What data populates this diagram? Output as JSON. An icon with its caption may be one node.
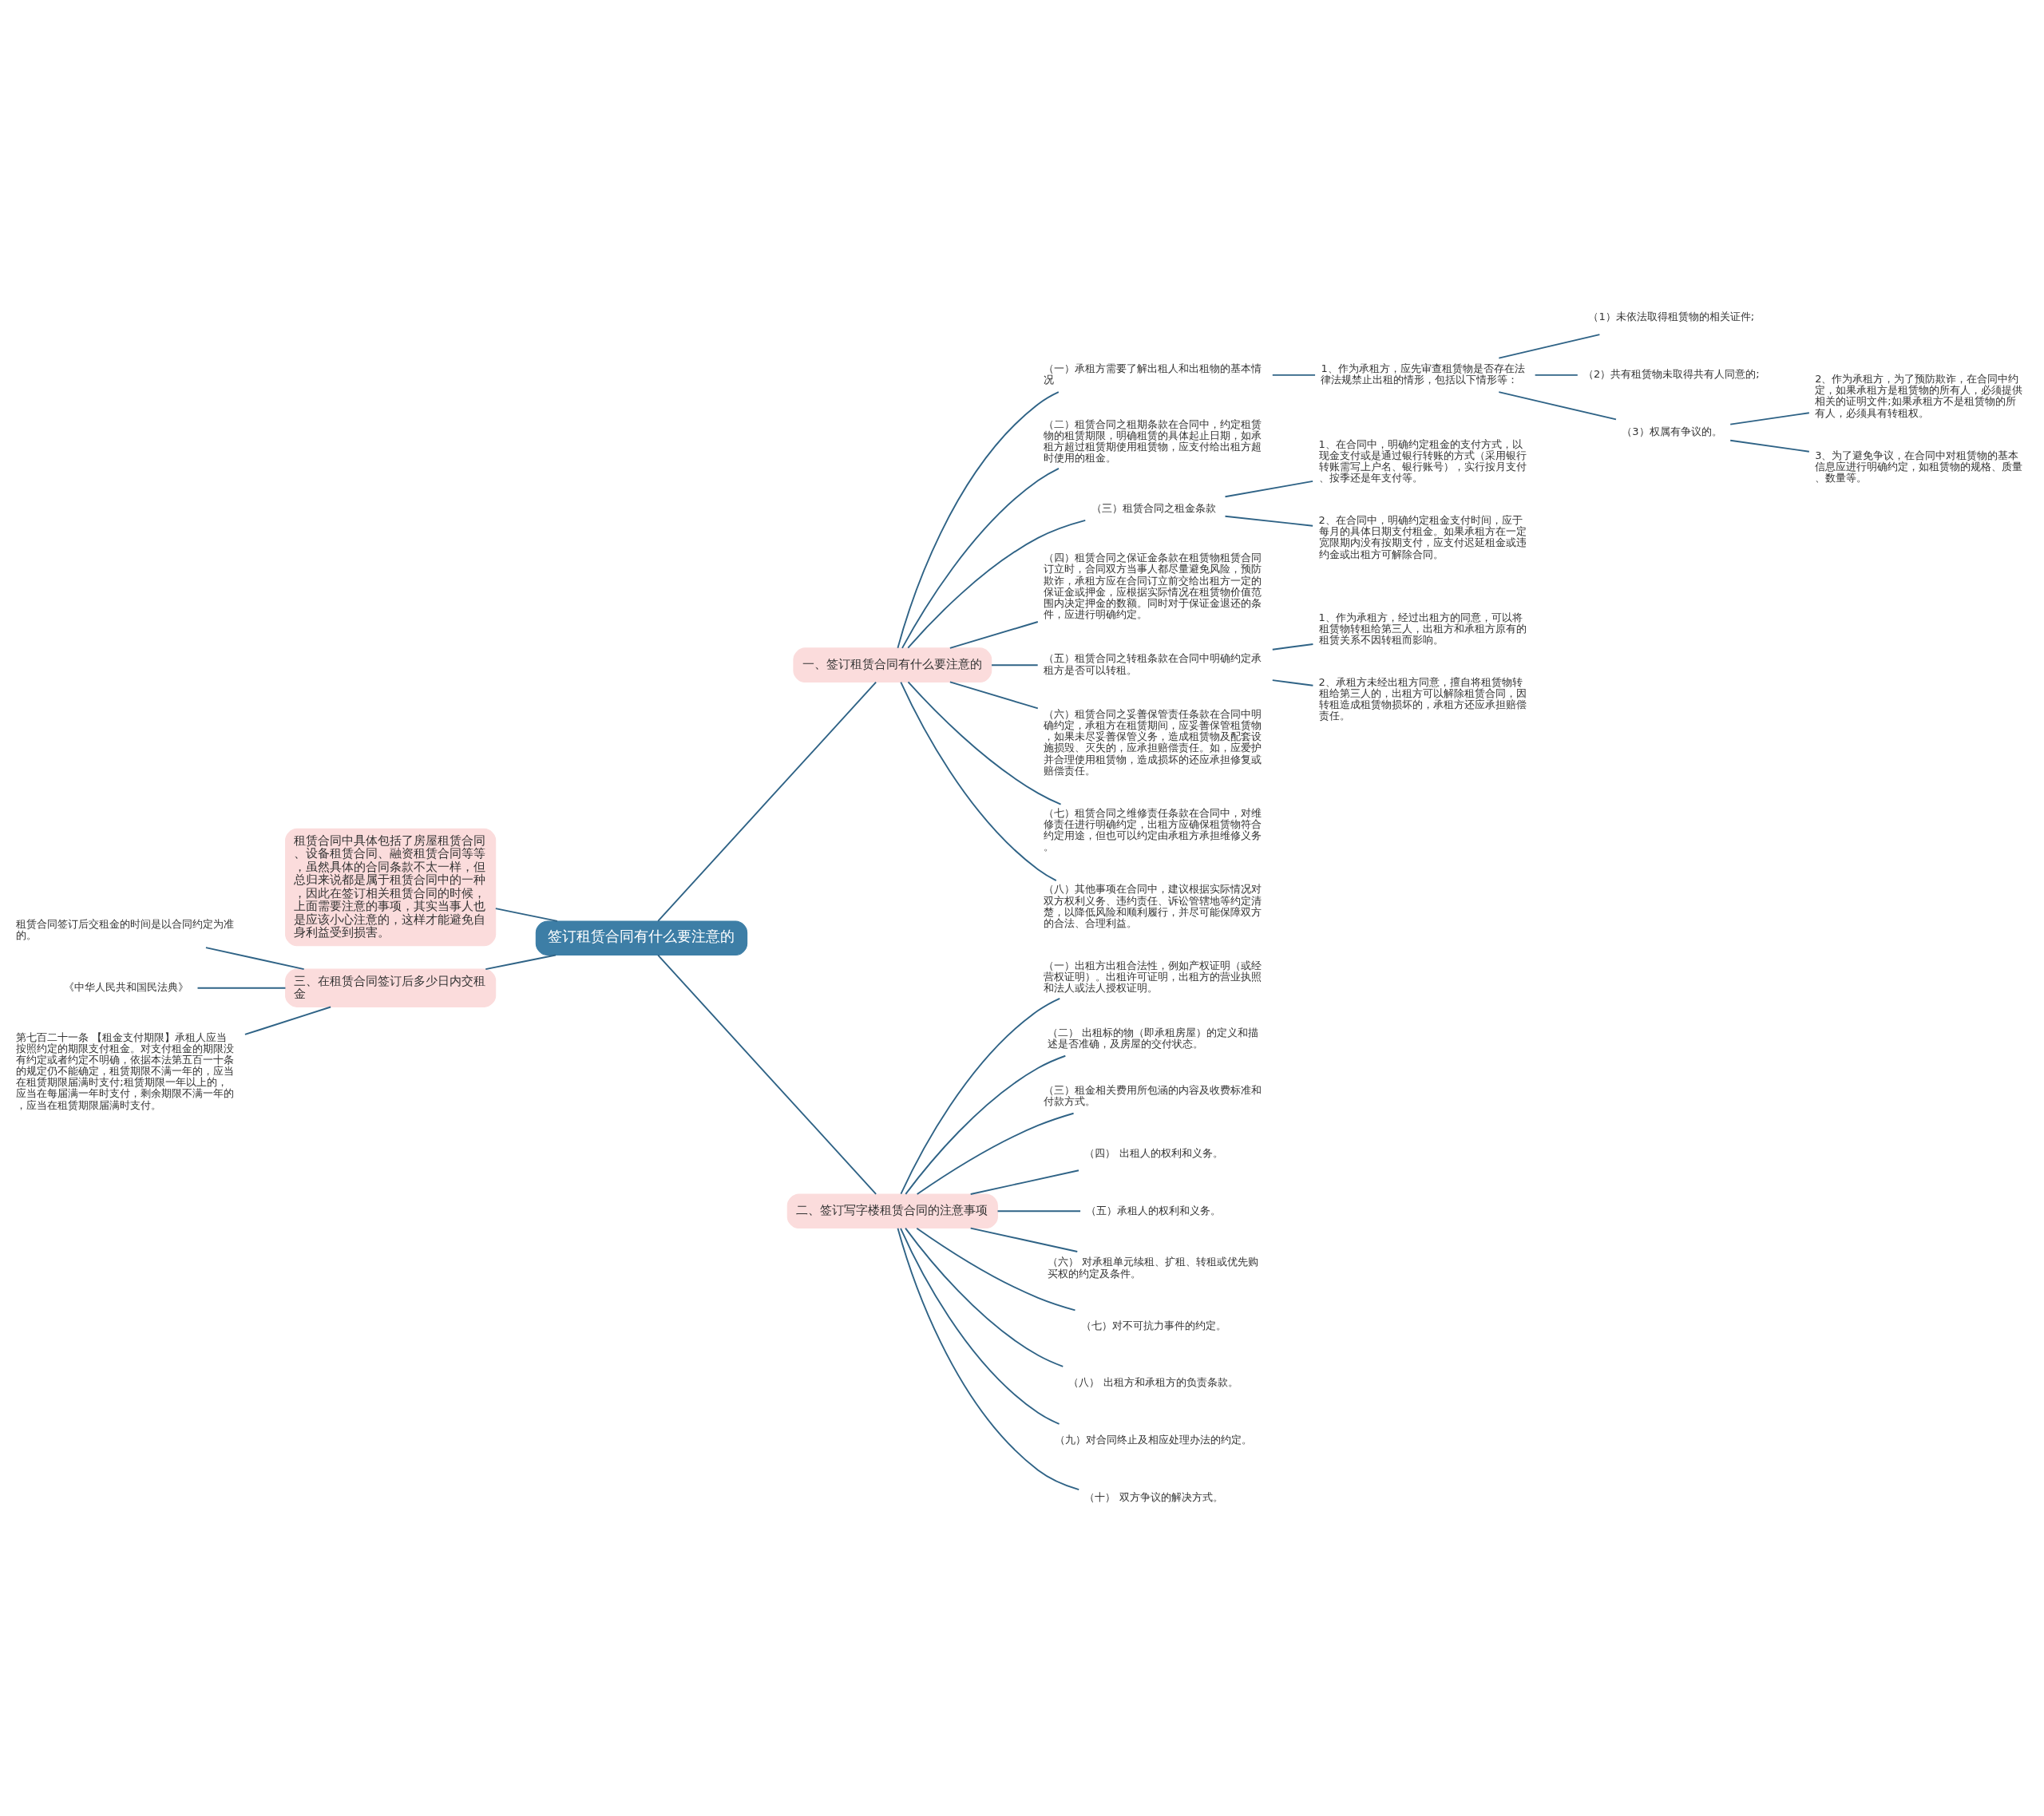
{
  "diagram": {
    "nodes": [
      {
        "text": [
          "签订租赁合同有什么要注意的"
        ]
      },
      {
        "text": [
          "一、签订租赁合同有什么要注意的"
        ]
      },
      {
        "text": [
          "（一）承租方需要了解出租人和出租物的基本情况"
        ]
      },
      {
        "text": [
          "1、作为承租方，应先审查租赁物是否存在法律法规禁止出租的情形，包括以下情形等："
        ]
      },
      {
        "text": [
          "（1）未依法取得租赁物的相关证件;"
        ]
      },
      {
        "text": [
          "（2）共有租赁物未取得共有人同意的;"
        ]
      },
      {
        "text": [
          "（3）权属有争议的。"
        ]
      },
      {
        "text": [
          "2、作为承租方，为了预防欺诈，在合同中约定，如果承租方是租赁物的所有人，必须提供相关的证明文件;如果承租方不是租赁物的所有人，必须具有转租权。"
        ]
      },
      {
        "text": [
          "3、为了避免争议，在合同中对租赁物的基本信息应进行明确约定，如租赁物的规格、质量、数量等。"
        ]
      },
      {
        "text": [
          "（二）租赁合同之租期条款在合同中，约定租赁物的租赁期限，明确租赁的具体起止日期，如承租方超过租赁期使用租赁物，应支付给出租方超时使用的租金。"
        ]
      },
      {
        "text": [
          "（三）租赁合同之租金条款"
        ]
      },
      {
        "text": [
          "1、在合同中，明确约定租金的支付方式，以现金支付或是通过银行转账的方式（采用银行转账需写上户名、银行账号），实行按月支付、按季还是年支付等。"
        ]
      },
      {
        "text": [
          "2、在合同中，明确约定租金支付时间，应于每月的具体日期支付租金。如果承租方在一定宽限期内没有按期支付，应支付迟延租金或违约金或出租方可解除合同。"
        ]
      },
      {
        "text": [
          "（四）租赁合同之保证金条款在租赁物租赁合同订立时，合同双方当事人都尽量避免风险，预防欺诈，承租方应在合同订立前交给出租方一定的保证金或押金，应根据实际情况在租赁物价值范围内决定押金的数额。同时对于保证金退还的条件，应进行明确约定。"
        ]
      },
      {
        "text": [
          "（五）租赁合同之转租条款在合同中明确约定承租方是否可以转租。"
        ]
      },
      {
        "text": [
          "1、作为承租方，经过出租方的同意，可以将租赁物转租给第三人，出租方和承租方原有的租赁关系不因转租而影响。"
        ]
      },
      {
        "text": [
          "2、承租方未经出租方同意，擅自将租赁物转租给第三人的，出租方可以解除租赁合同，因转租造成租赁物损坏的，承租方还应承担赔偿责任。"
        ]
      },
      {
        "text": [
          "（六）租赁合同之妥善保管责任条款在合同中明确约定，承租方在租赁期间，应妥善保管租赁物，如果未尽妥善保管义务，造成租赁物及配套设施损毁、灭失的，应承担赔偿责任。如，应爱护并合理使用租赁物，造成损坏的还应承担修复或赔偿责任。"
        ]
      },
      {
        "text": [
          "（七）租赁合同之维修责任条款在合同中，对维修责任进行明确约定，出租方应确保租赁物符合约定用途，但也可以约定由承租方承担维修义务。"
        ]
      },
      {
        "text": [
          "（八）其他事项在合同中，建议根据实际情况对双方权利义务、违约责任、诉讼管辖地等约定清楚，以降低风险和顺利履行，并尽可能保障双方的合法、合理利益。"
        ]
      },
      {
        "text": [
          "二、签订写字楼租赁合同的注意事项"
        ]
      },
      {
        "text": [
          "（一）出租方出租合法性，例如产权证明（或经营权证明）。出租许可证明，出租方的营业执照和法人或法人授权证明。"
        ]
      },
      {
        "text": [
          "（二） 出租标的物（即承租房屋）的定义和描述是否准确，及房屋的交付状态。"
        ]
      },
      {
        "text": [
          "（三）租金相关费用所包涵的内容及收费标准和付款方式。"
        ]
      },
      {
        "text": [
          "（四） 出租人的权利和义务。"
        ]
      },
      {
        "text": [
          "（五）承租人的权利和义务。"
        ]
      },
      {
        "text": [
          "（六） 对承租单元续租、扩租、转租或优先购买权的约定及条件。"
        ]
      },
      {
        "text": [
          "（七）对不可抗力事件的约定。"
        ]
      },
      {
        "text": [
          "（八） 出租方和承租方的负责条款。"
        ]
      },
      {
        "text": [
          "（九）对合同终止及相应处理办法的约定。"
        ]
      },
      {
        "text": [
          "（十） 双方争议的解决方式。"
        ]
      },
      {
        "text": [
          "租赁合同中具体包括了房屋租赁合同、设备租赁合同、融资租赁合同等等，虽然具体的合同条款不太一样，但总归来说都是属于租赁合同中的一种，因此在签订相关租赁合同的时候，上面需要注意的事项，其实当事人也是应该小心注意的，这样才能避免自身利益受到损害。"
        ]
      },
      {
        "text": [
          "三、在租赁合同签订后多少日内交租金"
        ]
      },
      {
        "text": [
          "租赁合同签订后交租金的时间是以合同约定为准的。"
        ]
      },
      {
        "text": [
          "《中华人民共和国民法典》"
        ]
      },
      {
        "text": [
          "第七百二十一条 【租金支付期限】承租人应当按照约定的期限支付租金。对支付租金的期限没有约定或者约定不明确，依据本法第五百一十条的规定仍不能确定，租赁期限不满一年的，应当在租赁期限届满时支付;租赁期限一年以上的，应当在每届满一年时支付，剩余期限不满一年的，应当在租赁期限届满时支付。"
        ]
      }
    ],
    "edges": [
      {
        "from": 0,
        "to": 1,
        "arrow": "none"
      },
      {
        "from": 1,
        "to": 2,
        "arrow": "none"
      },
      {
        "from": 2,
        "to": 3,
        "arrow": "none"
      },
      {
        "from": 3,
        "to": 4,
        "arrow": "none"
      },
      {
        "from": 3,
        "to": 5,
        "arrow": "none"
      },
      {
        "from": 3,
        "to": 6,
        "arrow": "none"
      },
      {
        "from": 6,
        "to": 7,
        "arrow": "none"
      },
      {
        "from": 6,
        "to": 8,
        "arrow": "none"
      },
      {
        "from": 1,
        "to": 9,
        "arrow": "none"
      },
      {
        "from": 1,
        "to": 10,
        "arrow": "none"
      },
      {
        "from": 10,
        "to": 11,
        "arrow": "none"
      },
      {
        "from": 10,
        "to": 12,
        "arrow": "none"
      },
      {
        "from": 1,
        "to": 13,
        "arrow": "none"
      },
      {
        "from": 1,
        "to": 14,
        "arrow": "none"
      },
      {
        "from": 14,
        "to": 15,
        "arrow": "none"
      },
      {
        "from": 14,
        "to": 16,
        "arrow": "none"
      },
      {
        "from": 1,
        "to": 17,
        "arrow": "none"
      },
      {
        "from": 1,
        "to": 18,
        "arrow": "none"
      },
      {
        "from": 1,
        "to": 19,
        "arrow": "none"
      },
      {
        "from": 0,
        "to": 20,
        "arrow": "none"
      },
      {
        "from": 20,
        "to": 21,
        "arrow": "none"
      },
      {
        "from": 20,
        "to": 22,
        "arrow": "none"
      },
      {
        "from": 20,
        "to": 23,
        "arrow": "none"
      },
      {
        "from": 20,
        "to": 24,
        "arrow": "none"
      },
      {
        "from": 20,
        "to": 25,
        "arrow": "none"
      },
      {
        "from": 20,
        "to": 26,
        "arrow": "none"
      },
      {
        "from": 20,
        "to": 27,
        "arrow": "none"
      },
      {
        "from": 20,
        "to": 28,
        "arrow": "none"
      },
      {
        "from": 20,
        "to": 29,
        "arrow": "none"
      },
      {
        "from": 20,
        "to": 30,
        "arrow": "none"
      },
      {
        "from": 0,
        "to": 31,
        "arrow": "none"
      },
      {
        "from": 0,
        "to": 32,
        "arrow": "none"
      },
      {
        "from": 32,
        "to": 33,
        "arrow": "none"
      },
      {
        "from": 32,
        "to": 34,
        "arrow": "none"
      },
      {
        "from": 32,
        "to": 35,
        "arrow": "none"
      }
    ]
  }
}
